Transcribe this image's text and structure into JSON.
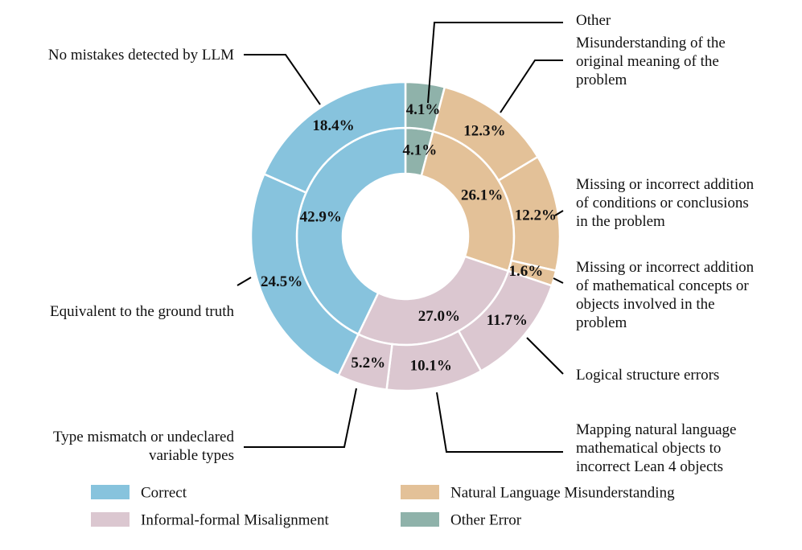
{
  "chart_data": {
    "type": "pie",
    "variant": "nested-donut",
    "colors": {
      "Correct": "#87c3dd",
      "Informal-formal Misalignment": "#dbc7d0",
      "Natural Language Misunderstanding": "#e3c198",
      "Other Error": "#8fb2aa"
    },
    "inner": [
      {
        "category": "Other Error",
        "value": 4.1,
        "label": "4.1%"
      },
      {
        "category": "Natural Language Misunderstanding",
        "value": 26.1,
        "label": "26.1%"
      },
      {
        "category": "Informal-formal Misalignment",
        "value": 27.0,
        "label": "27.0%"
      },
      {
        "category": "Correct",
        "value": 42.9,
        "label": "42.9%"
      }
    ],
    "outer": [
      {
        "category": "Other Error",
        "value": 4.1,
        "label": "4.1%",
        "name": "Other"
      },
      {
        "category": "Natural Language Misunderstanding",
        "value": 12.3,
        "label": "12.3%",
        "name": "Misunderstanding of the original meaning of the problem"
      },
      {
        "category": "Natural Language Misunderstanding",
        "value": 12.2,
        "label": "12.2%",
        "name": "Missing or incorrect addition of conditions or conclusions in the problem"
      },
      {
        "category": "Natural Language Misunderstanding",
        "value": 1.6,
        "label": "1.6%",
        "name": "Missing or incorrect addition of mathematical concepts or objects involved in the problem"
      },
      {
        "category": "Informal-formal Misalignment",
        "value": 11.7,
        "label": "11.7%",
        "name": "Logical structure errors"
      },
      {
        "category": "Informal-formal Misalignment",
        "value": 10.1,
        "label": "10.1%",
        "name": "Mapping natural language mathematical objects to incorrect Lean 4 objects"
      },
      {
        "category": "Informal-formal Misalignment",
        "value": 5.2,
        "label": "5.2%",
        "name": "Type mismatch or undeclared variable types"
      },
      {
        "category": "Correct",
        "value": 24.5,
        "label": "24.5%",
        "name": "Equivalent to the ground truth"
      },
      {
        "category": "Correct",
        "value": 18.4,
        "label": "18.4%",
        "name": "No mistakes detected by LLM"
      }
    ],
    "annotations": [
      {
        "id": "other",
        "lines": [
          "Other"
        ]
      },
      {
        "id": "misunderstanding",
        "lines": [
          "Misunderstanding of the",
          "original meaning of the",
          "problem"
        ]
      },
      {
        "id": "conditions",
        "lines": [
          "Missing or incorrect addition",
          "of conditions or conclusions",
          "in the problem"
        ]
      },
      {
        "id": "concepts",
        "lines": [
          "Missing or incorrect addition",
          "of mathematical concepts or",
          "objects involved in the",
          "problem"
        ]
      },
      {
        "id": "logical",
        "lines": [
          "Logical structure errors"
        ]
      },
      {
        "id": "mapping",
        "lines": [
          "Mapping natural language",
          "mathematical objects to",
          "incorrect Lean 4 objects"
        ]
      },
      {
        "id": "type",
        "lines": [
          "Type mismatch or undeclared",
          "variable types"
        ]
      },
      {
        "id": "equivalent",
        "lines": [
          "Equivalent to the ground truth"
        ]
      },
      {
        "id": "nomistakes",
        "lines": [
          "No mistakes detected by LLM"
        ]
      }
    ],
    "legend": [
      {
        "label": "Correct",
        "category": "Correct"
      },
      {
        "label": "Natural Language Misunderstanding",
        "category": "Natural Language Misunderstanding"
      },
      {
        "label": "Informal-formal Misalignment",
        "category": "Informal-formal Misalignment"
      },
      {
        "label": "Other Error",
        "category": "Other Error"
      }
    ],
    "legend_placement": "bottom"
  }
}
